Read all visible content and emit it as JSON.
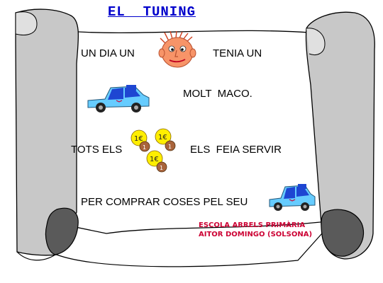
{
  "colors": {
    "title": "#0000cc",
    "credit": "#cc0033",
    "scroll_fill": "#c8c8c8",
    "scroll_shadow": "#5a5a5a",
    "car_body": "#66ccff",
    "car_roof": "#1e46d2",
    "face": "#f79468",
    "coin_gold": "#ffee00",
    "coin_brown": "#a9643c"
  },
  "title": "EL  TUNING",
  "lines": {
    "line1_left": "UN DIA UN",
    "line1_right": "TENIA UN",
    "line2": "MOLT  MACO.",
    "line3_left": "TOTS ELS",
    "line3_right": "ELS  FEIA SERVIR",
    "line4": "PER COMPRAR COSES PEL SEU"
  },
  "credits": {
    "school": "ESCOLA ARRELS PRIMÀRIA",
    "author": "AITOR DOMINGO (SOLSONA)"
  },
  "icons": {
    "boy": "boy-face-icon",
    "car": "car-icon",
    "coin": "euro-coin-icon"
  }
}
